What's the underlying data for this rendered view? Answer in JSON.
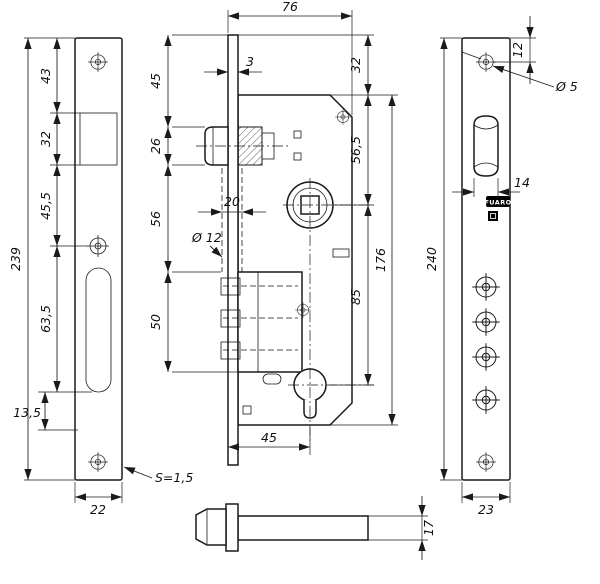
{
  "brand": {
    "name": "FUARO"
  },
  "dims": {
    "left": {
      "total": "239",
      "seg_top": "43",
      "seg_latch": "32",
      "seg_mid": "45,5",
      "seg_oval": "63,5",
      "offset_bottom": "13,5",
      "plate_width": "22",
      "thickness": "S=1,5"
    },
    "middle": {
      "case_width": "76",
      "plate_gap": "3",
      "top_to_latch": "45",
      "latch_height": "26",
      "latch_to_deadbolt": "56",
      "hole_spacing": "20",
      "latch_diameter": "Ø 12",
      "deadbolt_height": "50",
      "top_offset": "32",
      "top_to_follower": "56,5",
      "follower_to_cylinder": "85",
      "case_height": "176",
      "backset": "45"
    },
    "right": {
      "hole_offset": "12",
      "hole_diameter": "Ø 5",
      "roller_width": "14",
      "total": "240",
      "plate_width": "23"
    },
    "bottom": {
      "latch_depth": "17"
    }
  }
}
